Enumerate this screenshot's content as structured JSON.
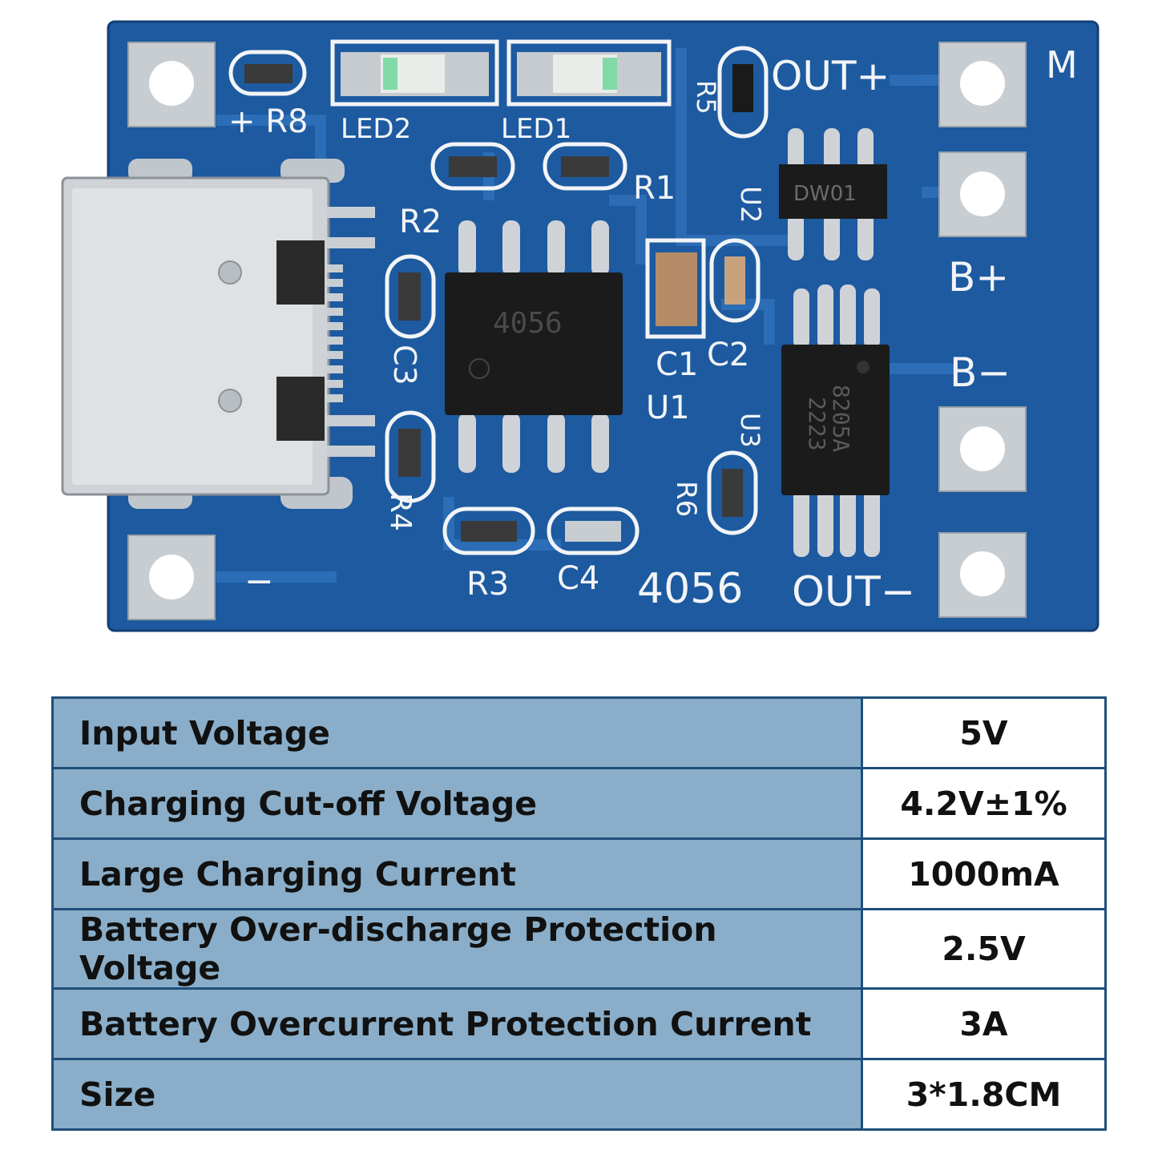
{
  "board": {
    "labels": {
      "r8": "+ R8",
      "led2": "LED2",
      "led1": "LED1",
      "r5": "R5",
      "out_plus": "OUT+",
      "m": "M",
      "r1": "R1",
      "r2": "R2",
      "u2": "U2",
      "dw01": "DW01",
      "b_plus": "B+",
      "b_minus": "B−",
      "c3": "C3",
      "c1": "C1",
      "c2": "C2",
      "u1": "U1",
      "ic_4056": "4056",
      "u3": "U3",
      "r6": "R6",
      "ic_8205a": "8205A",
      "ic_2223": "2223",
      "r4": "R4",
      "r3": "R3",
      "c4": "C4",
      "model": "4056",
      "out_minus": "OUT−",
      "minus": "−"
    }
  },
  "specs": [
    {
      "label": "Input Voltage",
      "value": "5V"
    },
    {
      "label": "Charging Cut-off Voltage",
      "value": "4.2V±1%"
    },
    {
      "label": "Large Charging Current",
      "value": "1000mA"
    },
    {
      "label": "Battery Over-discharge Protection Voltage",
      "value": "2.5V"
    },
    {
      "label": "Battery Overcurrent Protection Current",
      "value": "3A"
    },
    {
      "label": "Size",
      "value": "3*1.8CM"
    }
  ],
  "colors": {
    "pcb": "#1d5aa0",
    "trace": "#2e6fb8",
    "table_label_bg": "#8aaec9",
    "table_border": "#1f4f7a"
  }
}
